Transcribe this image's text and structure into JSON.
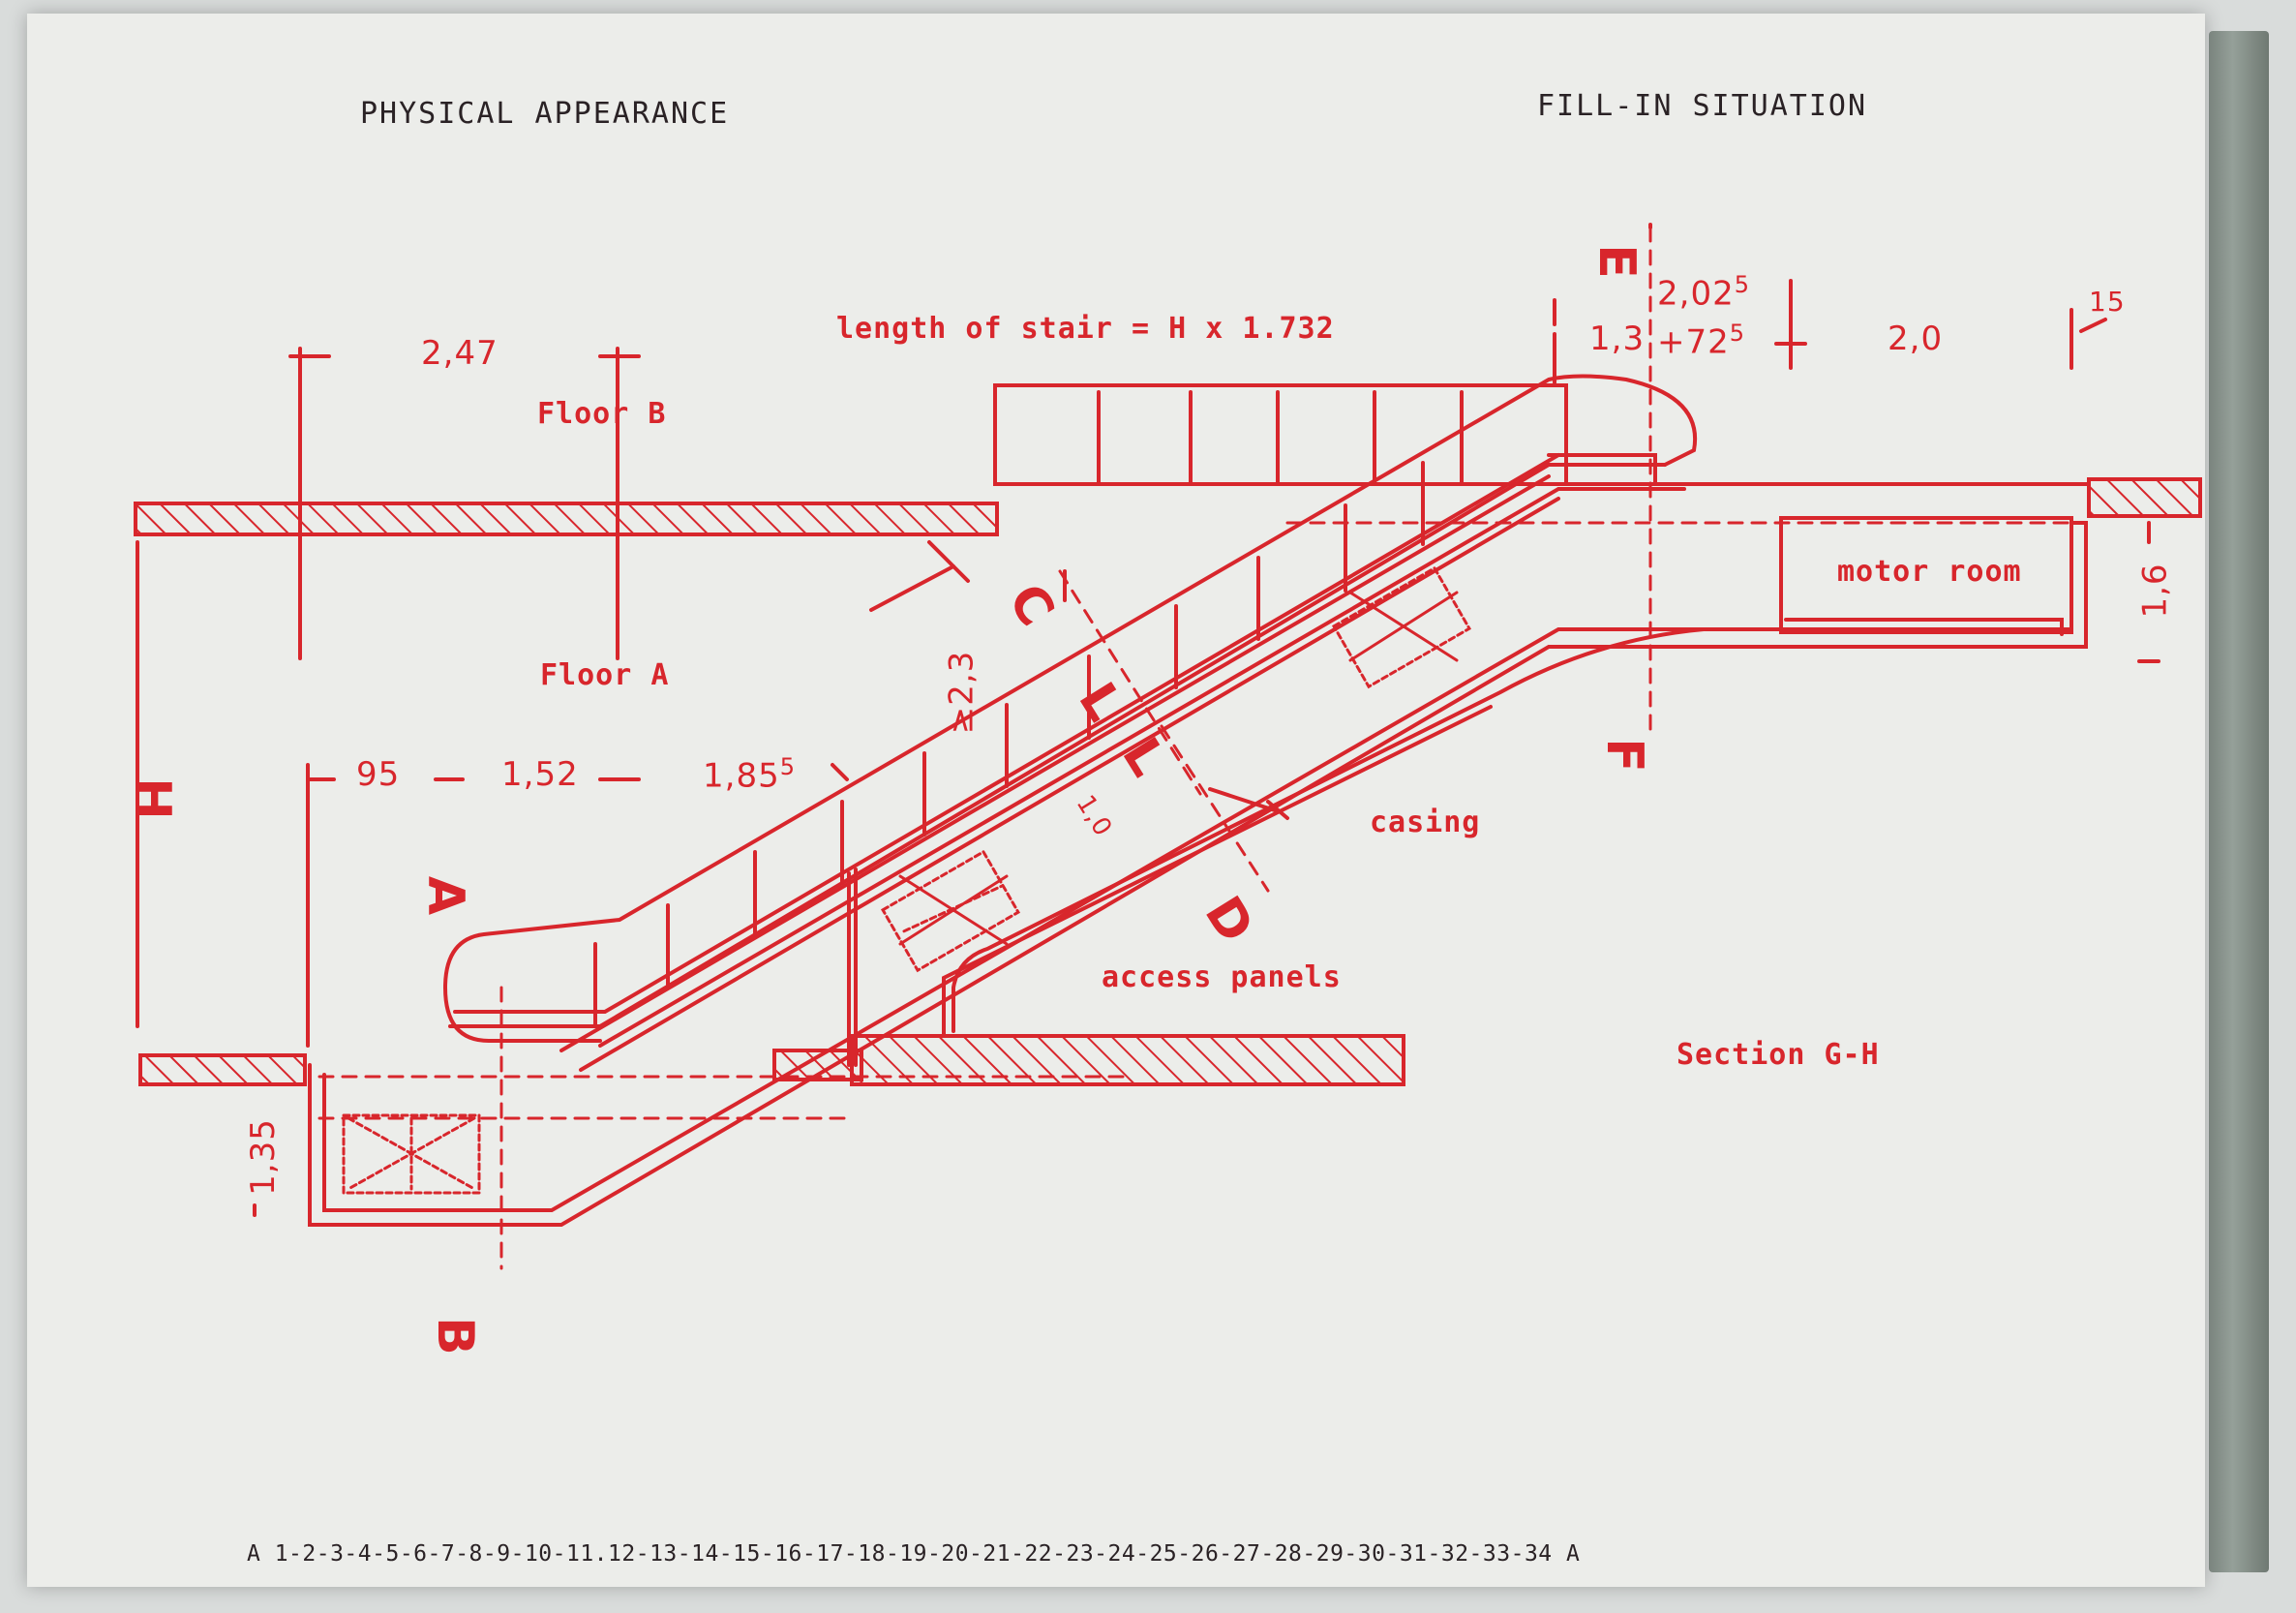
{
  "header": {
    "left_title": "PHYSICAL APPEARANCE",
    "right_title": "FILL-IN SITUATION"
  },
  "labels": {
    "formula": "length of stair = H x 1.732",
    "floor_b": "Floor B",
    "floor_a": "Floor A",
    "motor_room": "motor room",
    "casing": "casing",
    "access_panels": "access panels",
    "section": "Section G-H"
  },
  "section_letters": {
    "a": "A",
    "b": "B",
    "c": "C",
    "d": "D",
    "e": "E",
    "f": "F",
    "h": "H",
    "l": "L"
  },
  "dimensions": {
    "d_247": "2,47",
    "d_95": "95",
    "d_152": "1,52",
    "d_1855": "1,85",
    "d_1855_sup": "5",
    "d_23": "≥2,3",
    "d_10": "1,0",
    "d_135": "1,35",
    "d_13": "1,3",
    "d_2025": "2,02",
    "d_2025_sup": "5",
    "d_725": "+72",
    "d_725_sup": "5",
    "d_20": "2,0",
    "d_15": "15",
    "d_16": "1,6"
  },
  "footer": {
    "scale": "A 1-2-3-4-5-6-7-8-9-10-11.12-13-14-15-16-17-18-19-20-21-22-23-24-25-26-27-28-29-30-31-32-33-34 A"
  },
  "colors": {
    "ink_red": "#d8262c",
    "ink_black": "#2a2225",
    "paper": "#ecedea",
    "spine": "#7a847e"
  }
}
